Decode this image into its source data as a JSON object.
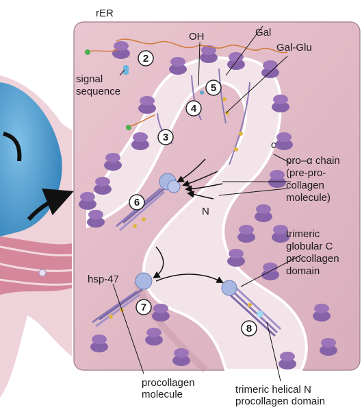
{
  "title": "rER",
  "steps": [
    "2",
    "3",
    "4",
    "5",
    "6",
    "7",
    "8"
  ],
  "labels": {
    "signal_sequence": [
      "signal",
      "sequence"
    ],
    "oh": "OH",
    "gal": "Gal",
    "gal_glu": "Gal-Glu",
    "c_terminus": "c",
    "n_terminus": "N",
    "pro_alpha_chain": [
      "pro–α chain",
      "(pre-pro-",
      "collagen",
      "molecule)"
    ],
    "trimeric_globular": [
      "trimeric",
      "globular C",
      "procollagen",
      "domain"
    ],
    "hsp47": "hsp-47",
    "procollagen_molecule": [
      "procollagen",
      "molecule"
    ],
    "trimeric_helical": [
      "trimeric helical N",
      "procollagen domain"
    ]
  },
  "colors": {
    "er_lumen": "#e9c6d0",
    "er_membrane": "#d7a2b4",
    "ribosome": "#9b73b8",
    "nucleus": "#3f95cc",
    "cytoplasm": "#f0d6dc",
    "hydroxyl": "#5fa8d0",
    "sugar": "#e0b43c",
    "arrow": "#111111"
  }
}
